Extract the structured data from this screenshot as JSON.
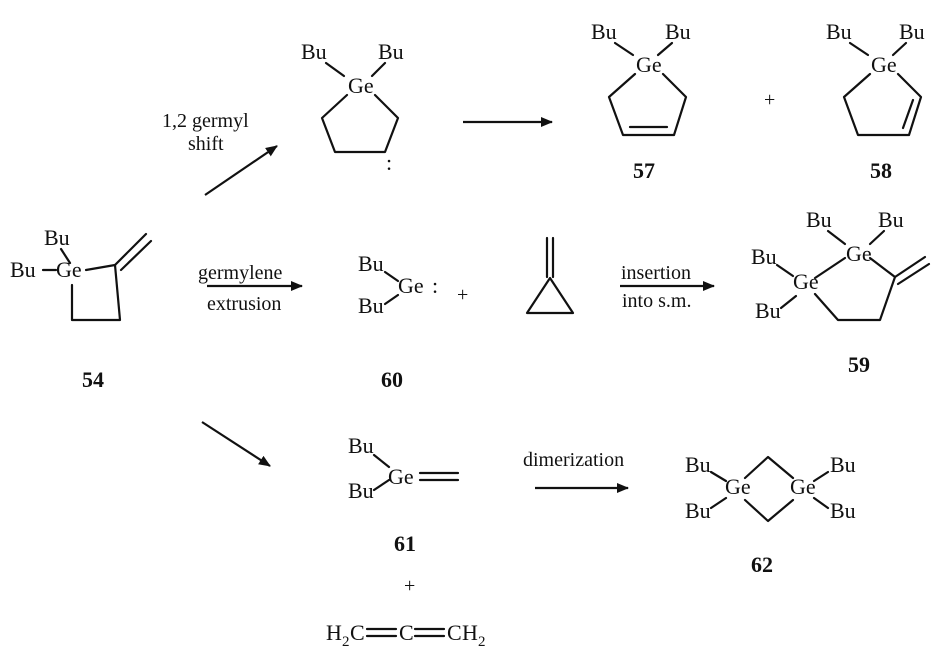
{
  "atoms": {
    "bu": "Bu",
    "ge": "Ge",
    "ge_colon": "Ge",
    "colon": ":",
    "dot_colon": ":"
  },
  "conditions": {
    "germyl_shift_line1": "1,2 germyl",
    "germyl_shift_line2": "shift",
    "germylene_line1": "germylene",
    "germylene_line2": "extrusion",
    "insertion_line1": "insertion",
    "insertion_line2": "into s.m.",
    "dimerization": "dimerization"
  },
  "operators": {
    "plus": "+"
  },
  "compounds": {
    "c54": "54",
    "c57": "57",
    "c58": "58",
    "c59": "59",
    "c60": "60",
    "c61": "61",
    "c62": "62"
  },
  "allene": {
    "h_left": "H",
    "sub_2": "2",
    "c1": "C",
    "c2": "C",
    "c3": "C",
    "h_right": "H"
  }
}
